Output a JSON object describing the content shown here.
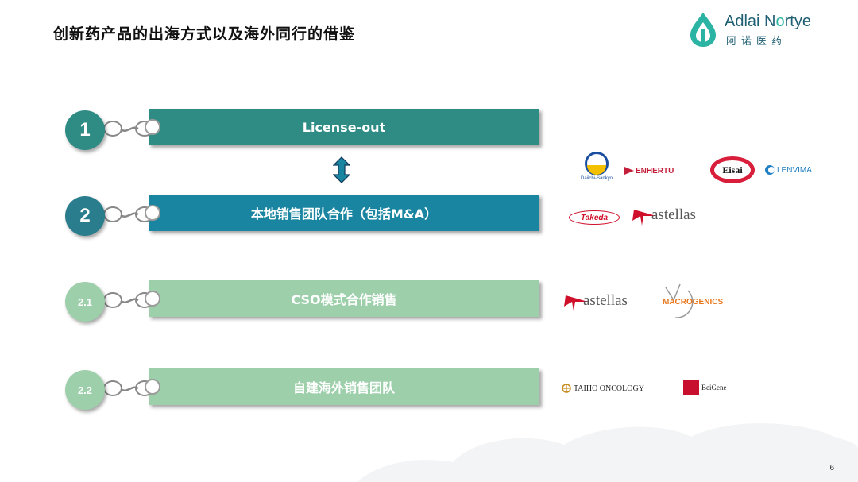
{
  "slide": {
    "title": "创新药产品的出海方式以及海外同行的借鉴",
    "page_number": "6"
  },
  "brand": {
    "name_en_pre": "Adlai N",
    "name_en_o": "o",
    "name_en_post": "rtye",
    "name_cn": "阿诺医药",
    "color_primary": "#1f5f73",
    "color_accent": "#2bb3a3"
  },
  "steps": [
    {
      "number": "1",
      "label": "License-out",
      "color": "#2e8c85"
    },
    {
      "number": "2",
      "label": "本地销售团队合作（包括M&A）",
      "color": "#1a85a0"
    },
    {
      "number": "2.1",
      "label": "CSO模式合作销售",
      "color": "#9ccfaa"
    },
    {
      "number": "2.2",
      "label": "自建海外销售团队",
      "color": "#9ccfaa"
    }
  ],
  "partner_logos": {
    "row1": [
      "Daiichi-Sankyo",
      "ENHERTU",
      "Eisai",
      "LENVIMA"
    ],
    "row2": [
      "Takeda",
      "astellas"
    ],
    "row3": [
      "astellas",
      "MACROGENICS"
    ],
    "row4": [
      "TAIHO ONCOLOGY",
      "BeiGene"
    ]
  },
  "colors": {
    "teal_dark": "#2e8c85",
    "blue_teal": "#1a85a0",
    "mint": "#9ccfaa",
    "astellas_red": "#d0102b",
    "eisai_red": "#d81e3a",
    "enhertu_red": "#c41f3a"
  },
  "icons": [
    "double-arrow-icon",
    "chain-link-icon",
    "water-drop-icon"
  ]
}
